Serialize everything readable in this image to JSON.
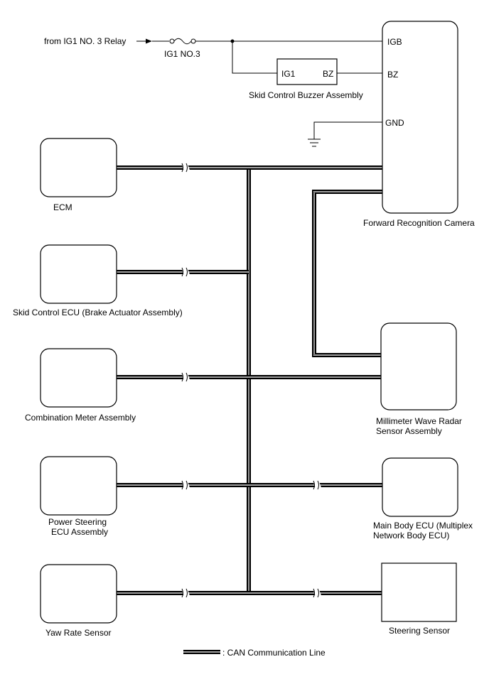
{
  "power": {
    "source_label": "from IG1 NO. 3 Relay",
    "fuse_label": "IG1 NO.3"
  },
  "buzzer": {
    "name": "Skid Control Buzzer Assembly",
    "pin_ig1": "IG1",
    "pin_bz": "BZ"
  },
  "camera": {
    "name": "Forward Recognition Camera",
    "pin_igb": "IGB",
    "pin_bz": "BZ",
    "pin_gnd": "GND"
  },
  "ecus": {
    "ecm": "ECM",
    "skid": "Skid Control ECU (Brake Actuator Assembly)",
    "combo": "Combination Meter Assembly",
    "ps_line1": "Power Steering",
    "ps_line2": "ECU Assembly",
    "yaw": "Yaw Rate Sensor",
    "radar_line1": "Millimeter Wave Radar",
    "radar_line2": "Sensor Assembly",
    "mainbody_line1": "Main Body ECU (Multiplex",
    "mainbody_line2": "Network Body ECU)",
    "steering": "Steering Sensor"
  },
  "legend": {
    "can_label": ": CAN Communication Line"
  }
}
